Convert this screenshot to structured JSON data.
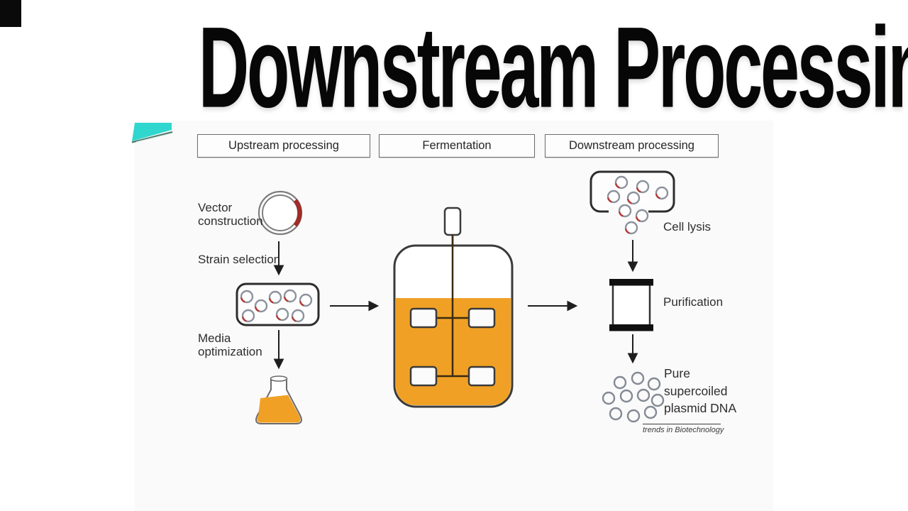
{
  "window": {
    "title": "Downstream Processing"
  },
  "stages": {
    "upstream": "Upstream processing",
    "fermentation": "Fermentation",
    "downstream": "Downstream processing"
  },
  "upstream_column": {
    "vector_label": "Vector construction",
    "strain_label": "Strain selection",
    "media_label": "Media optimization"
  },
  "downstream_column": {
    "cell_lysis_label": "Cell lysis",
    "purification_label": "Purification",
    "product_label": "Pure supercoiled plasmid DNA",
    "credit": "trends in Biotechnology"
  },
  "colors": {
    "accent_orange": "#F0A125",
    "plasmid_red": "#A12B26",
    "logo_teal": "#2FD7CE",
    "ink": "#1e1e1e"
  }
}
